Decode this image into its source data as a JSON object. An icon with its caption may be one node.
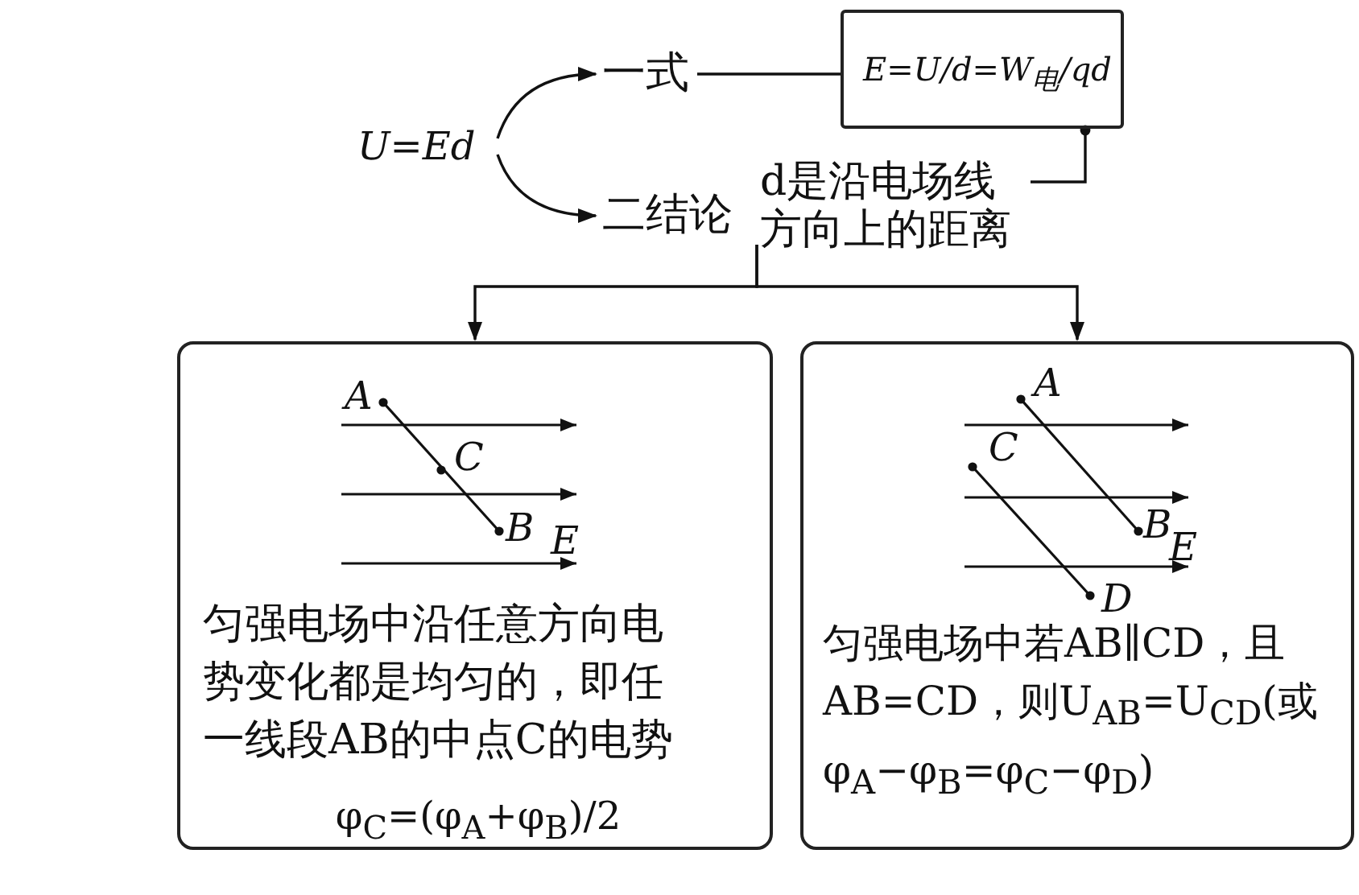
{
  "diagram": {
    "nodes": [
      {
        "text": [
          "U=Ed"
        ]
      },
      {
        "text": [
          "一式"
        ]
      },
      {
        "text": [
          "二结论"
        ]
      },
      {
        "text": [
          "E=U/d=W$_{电}$/qd"
        ]
      },
      {
        "text": [
          "d是沿电场线方向上的距离"
        ]
      },
      {
        "text": [
          "匀强电场中沿任意方向电势变化都是均匀的，即任一线段AB的中点C的电势",
          "φ$_{C}$=(φ$_{A}$+φ$_{B}$)/2"
        ]
      },
      {
        "text": [
          "匀强电场中若AB∥CD，且AB=CD，则U$_{AB}$=U$_{CD}$(或φ$_{A}$−φ$_{B}$=φ$_{C}$−φ$_{D}$)"
        ]
      }
    ],
    "edges": [
      {
        "from": 0,
        "to": 1,
        "arrow": "to"
      },
      {
        "from": 0,
        "to": 2,
        "arrow": "to"
      },
      {
        "from": 1,
        "to": 3,
        "arrow": "none"
      },
      {
        "from": 4,
        "to": 3,
        "arrow": "other"
      },
      {
        "from": 2,
        "to": 5,
        "arrow": "to"
      },
      {
        "from": 2,
        "to": 6,
        "arrow": "to"
      }
    ],
    "labels": [
      "A",
      "C",
      "B",
      "E",
      "A",
      "C",
      "B",
      "E",
      "D"
    ]
  }
}
